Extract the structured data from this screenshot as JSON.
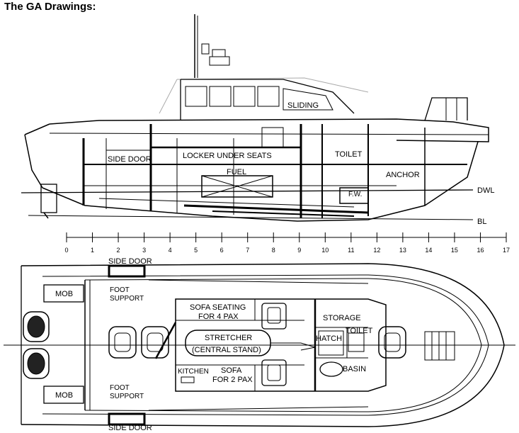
{
  "title": "The GA Drawings:",
  "profile": {
    "labels": {
      "sliding": "SLIDING",
      "side_door": "SIDE DOOR",
      "locker": "LOCKER UNDER SEATS",
      "toilet": "TOILET",
      "fuel": "FUEL",
      "anchor": "ANCHOR",
      "fw": "F.W.",
      "dwl": "DWL",
      "bl": "BL"
    }
  },
  "scale": {
    "ticks": [
      "0",
      "1",
      "2",
      "3",
      "4",
      "5",
      "6",
      "7",
      "8",
      "9",
      "10",
      "11",
      "12",
      "13",
      "14",
      "15",
      "16",
      "17"
    ]
  },
  "plan": {
    "labels": {
      "side_door_top": "SIDE DOOR",
      "side_door_bottom": "SIDE DOOR",
      "mob_top": "MOB",
      "mob_bottom": "MOB",
      "foot_support_top_1": "FOOT",
      "foot_support_top_2": "SUPPORT",
      "foot_support_bottom_1": "FOOT",
      "foot_support_bottom_2": "SUPPORT",
      "sofa4_1": "SOFA SEATING",
      "sofa4_2": "FOR 4 PAX",
      "storage": "STORAGE",
      "toilet": "TOILET",
      "hatch": "HATCH",
      "stretcher_1": "STRETCHER",
      "stretcher_2": "(CENTRAL STAND)",
      "kitchen": "KITCHEN",
      "sofa2_1": "SOFA",
      "sofa2_2": "FOR 2 PAX",
      "basin": "BASIN"
    }
  }
}
